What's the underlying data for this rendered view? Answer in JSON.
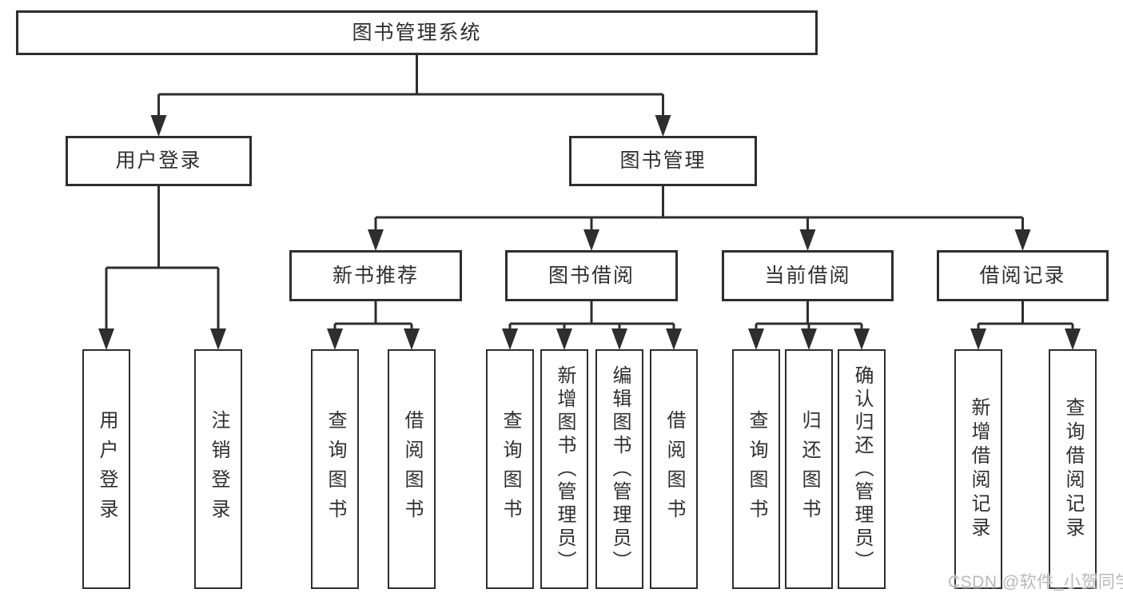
{
  "page": {
    "background": "#ffffff"
  },
  "colors": {
    "line": "#2e2e2e",
    "box_border": "#2e2e2e",
    "text": "#2f2f2f",
    "watermark_text": "#b9b9b9"
  },
  "watermark": "CSDN @软件_小贺同学",
  "tree": {
    "label": "图书管理系统",
    "children": [
      {
        "label": "用户登录",
        "children": [
          {
            "label": "用户登录"
          },
          {
            "label": "注销登录"
          }
        ]
      },
      {
        "label": "图书管理",
        "children": [
          {
            "label": "新书推荐",
            "children": [
              {
                "label": "查询图书"
              },
              {
                "label": "借阅图书"
              }
            ]
          },
          {
            "label": "图书借阅",
            "children": [
              {
                "label": "查询图书"
              },
              {
                "label": "新增图书（管理员）"
              },
              {
                "label": "编辑图书（管理员）"
              },
              {
                "label": "借阅图书"
              }
            ]
          },
          {
            "label": "当前借阅",
            "children": [
              {
                "label": "查询图书"
              },
              {
                "label": "归还图书"
              },
              {
                "label": "确认归还（管理员）"
              }
            ]
          },
          {
            "label": "借阅记录",
            "children": [
              {
                "label": "新增借阅记录"
              },
              {
                "label": "查询借阅记录"
              }
            ]
          }
        ]
      }
    ]
  }
}
